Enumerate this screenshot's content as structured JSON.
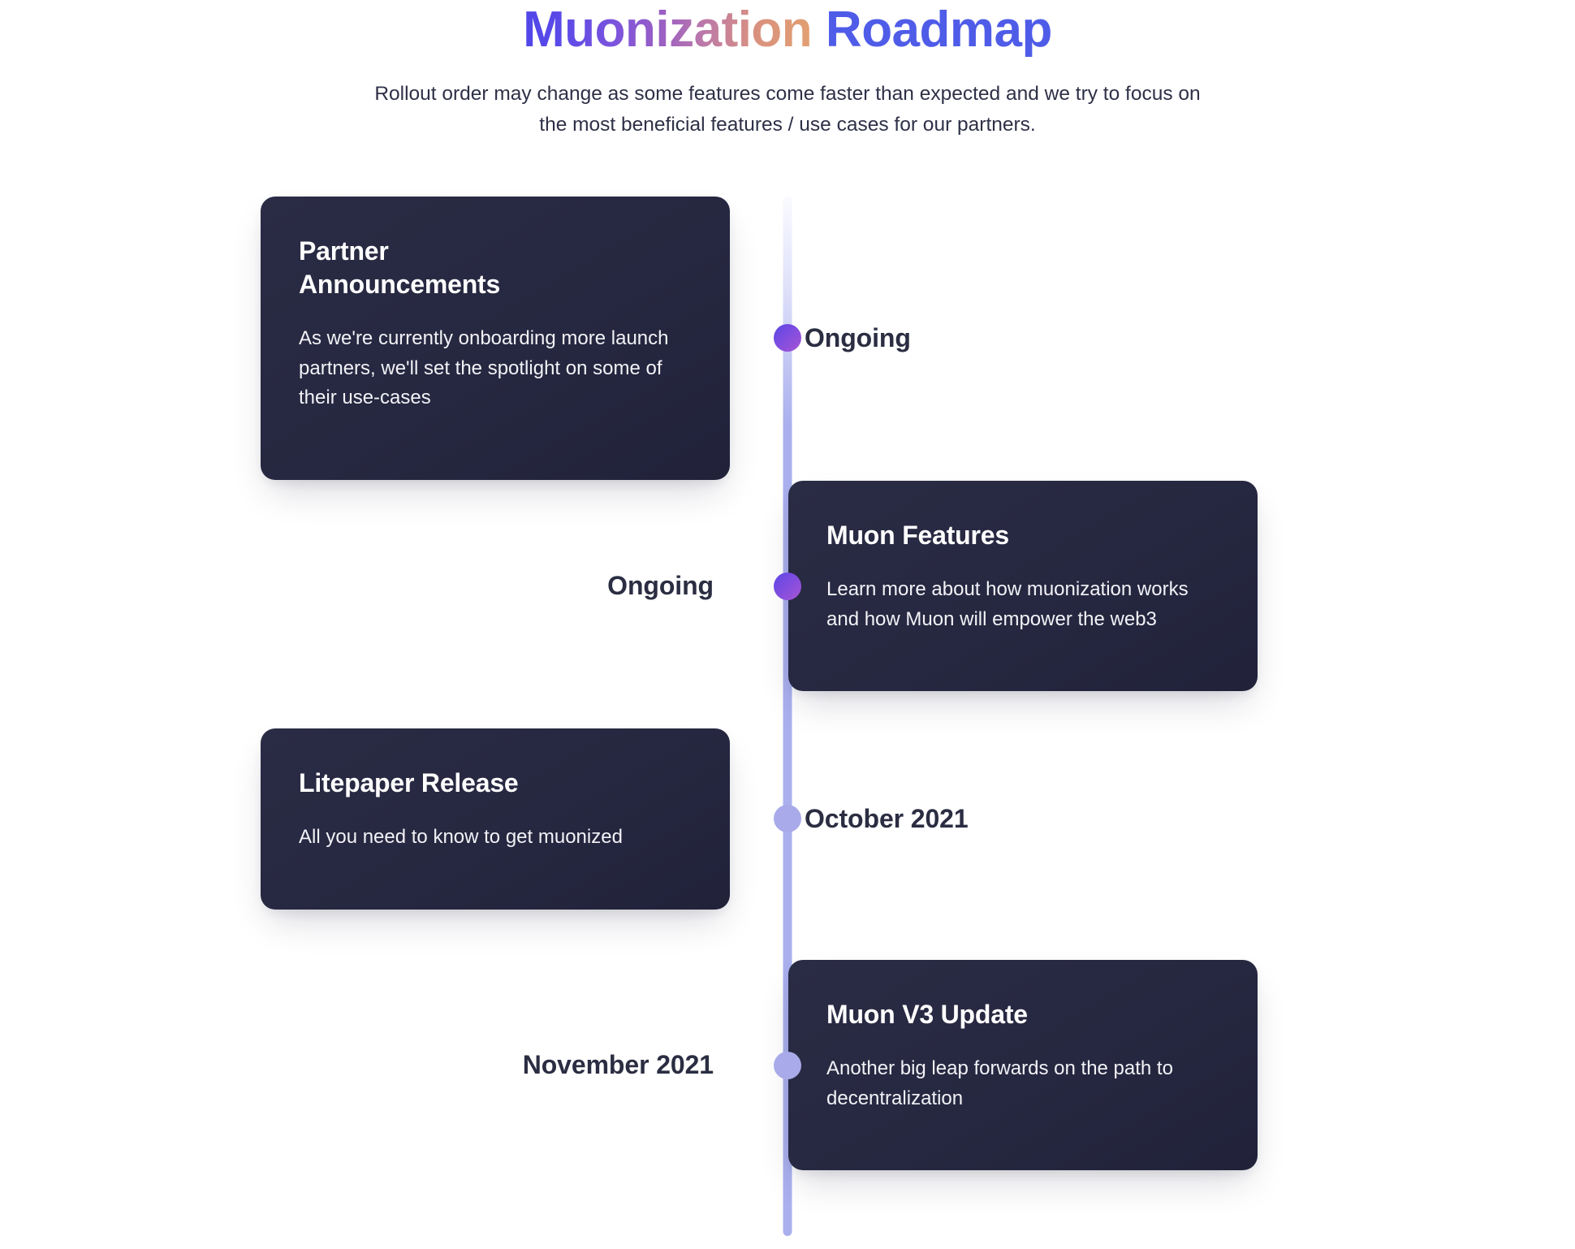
{
  "header": {
    "title_gradient_part": "Muonization",
    "title_solid_part": " Roadmap",
    "subtitle_line1": "Rollout order may change as some features come faster than expected and we",
    "subtitle_line2": "try to focus on the most beneficial features / use cases for our partners."
  },
  "colors": {
    "page_background": "#ffffff",
    "card_background": "#272740",
    "spine": "#aab0ee",
    "dot_gradient_start": "#5b46e6",
    "dot_gradient_end": "#a855d4",
    "dot_solid": "#a8aaea",
    "label_text": "#2b2d42",
    "title_solid": "#4f5ce8",
    "title_gradient_start": "#4f46e8",
    "title_gradient_end": "#e2a070"
  },
  "timeline": {
    "entries": [
      {
        "id": "partner-announcements",
        "side": "left",
        "milestone": "Ongoing",
        "dot_style": "gradient",
        "card_title": "Partner\nAnnouncements",
        "card_body": "As we're currently onboarding more launch partners, we'll set the spotlight on some of their use-cases"
      },
      {
        "id": "muon-features",
        "side": "right",
        "milestone": "Ongoing",
        "dot_style": "gradient",
        "card_title": "Muon Features",
        "card_body": "Learn more about how muonization works and how Muon will empower the web3"
      },
      {
        "id": "litepaper-release",
        "side": "left",
        "milestone": "October 2021",
        "dot_style": "solid",
        "card_title": "Litepaper Release",
        "card_body": "All you need to know to get muonized"
      },
      {
        "id": "muon-v3-update",
        "side": "right",
        "milestone": "November 2021",
        "dot_style": "solid",
        "card_title": "Muon V3 Update",
        "card_body": "Another big leap forwards on the path to decentralization"
      }
    ]
  }
}
